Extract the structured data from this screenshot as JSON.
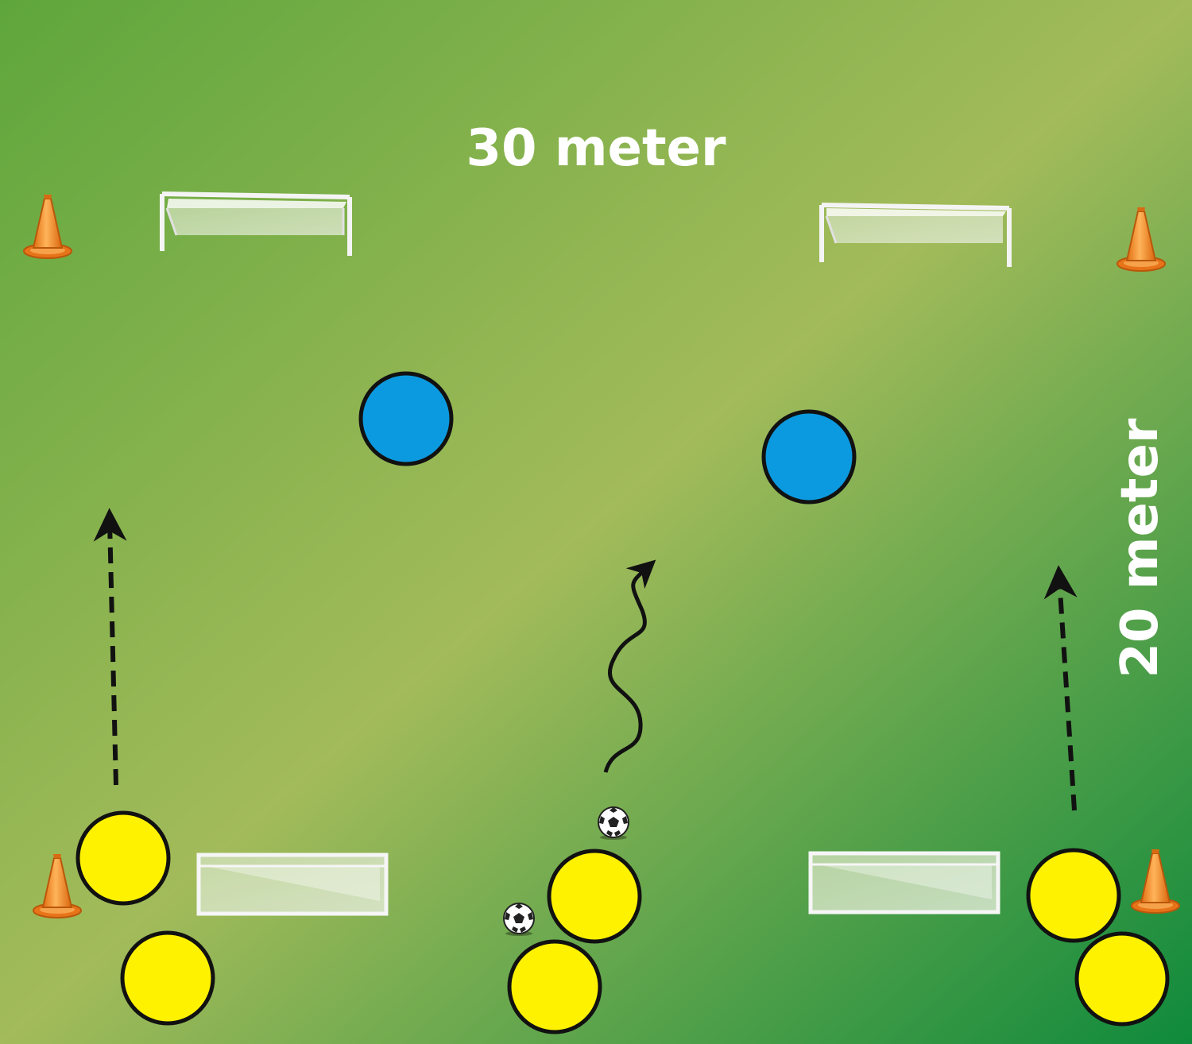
{
  "labels": {
    "width": "30 meter",
    "length": "20 meter"
  },
  "colors": {
    "field_light": "#a3bb5a",
    "field_dark_top_left": "#5ea63c",
    "field_dark_bottom_right": "#0f8a3c",
    "defender": "#0b9ae0",
    "attacker": "#fff200",
    "cone": "#f28a1d",
    "outline": "#111111"
  },
  "teams": {
    "defenders_count": 2,
    "attackers_count": 6
  },
  "icons": {
    "cone": "training-cone-icon",
    "goal": "small-goal-icon",
    "ball": "soccer-ball-icon"
  },
  "arrows": {
    "run": "dashed-run-arrow",
    "dribble": "wavy-dribble-arrow"
  }
}
